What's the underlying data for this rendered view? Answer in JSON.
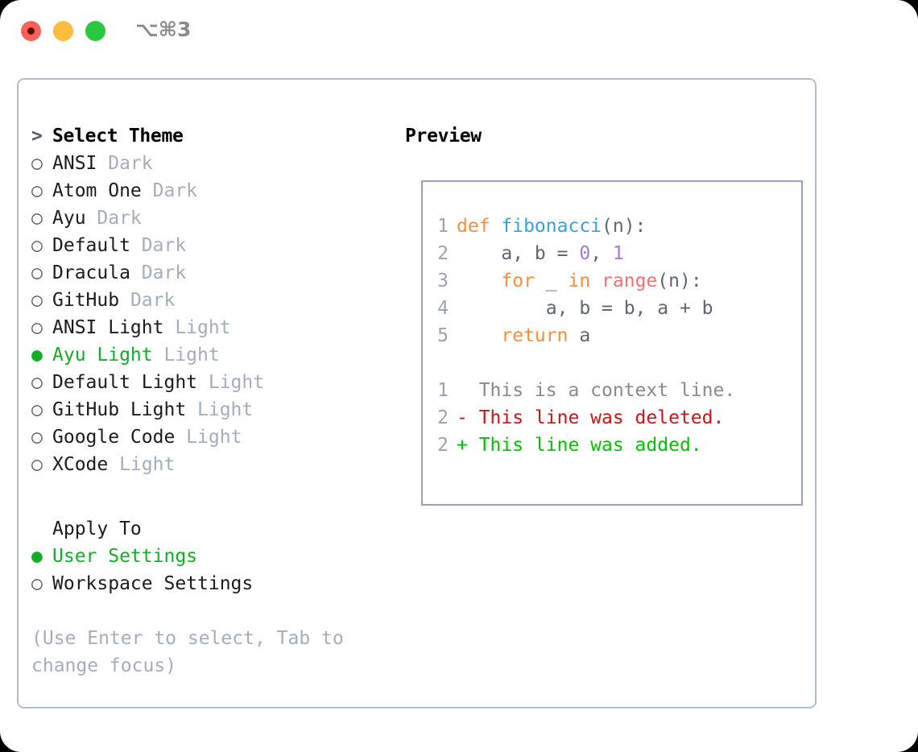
{
  "titlebar": {
    "shortcut": "⌥⌘3",
    "close_icon": "close-dot",
    "minimize_icon": "minimize-dot",
    "maximize_icon": "maximize-dot"
  },
  "theme_list": {
    "heading": "Select Theme",
    "heading_marker": ">",
    "marker_selected": "●",
    "marker_unselected": "○",
    "items": [
      {
        "name": "ANSI",
        "tag": "Dark",
        "selected": false
      },
      {
        "name": "Atom One",
        "tag": "Dark",
        "selected": false
      },
      {
        "name": "Ayu",
        "tag": "Dark",
        "selected": false
      },
      {
        "name": "Default",
        "tag": "Dark",
        "selected": false
      },
      {
        "name": "Dracula",
        "tag": "Dark",
        "selected": false
      },
      {
        "name": "GitHub",
        "tag": "Dark",
        "selected": false
      },
      {
        "name": "ANSI Light",
        "tag": "Light",
        "selected": false
      },
      {
        "name": "Ayu Light",
        "tag": "Light",
        "selected": true
      },
      {
        "name": "Default Light",
        "tag": "Light",
        "selected": false
      },
      {
        "name": "GitHub Light",
        "tag": "Light",
        "selected": false
      },
      {
        "name": "Google Code",
        "tag": "Light",
        "selected": false
      },
      {
        "name": "XCode",
        "tag": "Light",
        "selected": false
      }
    ]
  },
  "apply_to": {
    "label": "Apply To",
    "options": [
      {
        "name": "User Settings",
        "selected": true
      },
      {
        "name": "Workspace Settings",
        "selected": false
      }
    ]
  },
  "hint": "(Use Enter to select, Tab to change focus)",
  "preview": {
    "title": "Preview",
    "code_lines": [
      {
        "n": "1",
        "tokens": [
          {
            "t": "def ",
            "c": "kw"
          },
          {
            "t": "fibonacci",
            "c": "fn"
          },
          {
            "t": "(n):",
            "c": "plain"
          }
        ]
      },
      {
        "n": "2",
        "tokens": [
          {
            "t": "    a, b = ",
            "c": "plain"
          },
          {
            "t": "0",
            "c": "num"
          },
          {
            "t": ", ",
            "c": "plain"
          },
          {
            "t": "1",
            "c": "num"
          }
        ]
      },
      {
        "n": "3",
        "tokens": [
          {
            "t": "    ",
            "c": "plain"
          },
          {
            "t": "for",
            "c": "kw"
          },
          {
            "t": " _ ",
            "c": "plain"
          },
          {
            "t": "in",
            "c": "kw"
          },
          {
            "t": " ",
            "c": "plain"
          },
          {
            "t": "range",
            "c": "bif"
          },
          {
            "t": "(n):",
            "c": "plain"
          }
        ]
      },
      {
        "n": "4",
        "tokens": [
          {
            "t": "        a, b = b, a + b",
            "c": "plain"
          }
        ]
      },
      {
        "n": "5",
        "tokens": [
          {
            "t": "    ",
            "c": "plain"
          },
          {
            "t": "return",
            "c": "kw"
          },
          {
            "t": " a",
            "c": "plain"
          }
        ]
      }
    ],
    "diff_lines": [
      {
        "n": "1",
        "prefix": "  ",
        "text": "This is a context line.",
        "kind": "ctx"
      },
      {
        "n": "2",
        "prefix": "- ",
        "text": "This line was deleted.",
        "kind": "del"
      },
      {
        "n": "2",
        "prefix": "+ ",
        "text": "This line was added.",
        "kind": "add"
      }
    ]
  },
  "colors": {
    "accent_green": "#13ad26",
    "muted": "#a3adbd",
    "keyword": "#fa8d3e",
    "function": "#36a3d9",
    "number": "#a37acc",
    "builtin": "#f07171",
    "diff_add": "#00c000",
    "diff_del": "#cc1414",
    "border": "#b6bdc9"
  }
}
